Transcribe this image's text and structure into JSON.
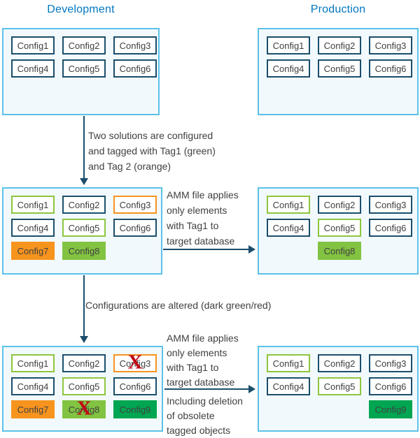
{
  "titles": {
    "development": "Development",
    "production": "Production"
  },
  "annotations": {
    "tagging": [
      "Two solutions are configured",
      "and tagged with Tag1 (green)",
      "and Tag 2 (orange)"
    ],
    "altered": "Configurations are altered (dark green/red)",
    "amm_apply_1": [
      "AMM file applies",
      "only elements",
      "with Tag1 to",
      "target database"
    ],
    "amm_apply_2": [
      "AMM file applies",
      "only elements",
      "with Tag1 to",
      "target database"
    ],
    "deletion": [
      "Including deletion",
      "of obsolete",
      "tagged objects"
    ]
  },
  "cross_mark": "X",
  "colors": {
    "title-blue": "#0077c0",
    "panel-border": "#5bc2e9",
    "panel-bg": "#f2f9fd",
    "navy": "#1b4e6b",
    "arrow": "#1b4e6b",
    "text": "#404040",
    "green": "#8dc63f",
    "green-fill": "#82c341",
    "orange": "#f7941e",
    "darkgreen": "#00a651",
    "red": "#c00714"
  },
  "panels": {
    "dev1": {
      "chips": [
        {
          "label": "Config1",
          "variant": "navy",
          "col": 0,
          "row": 0
        },
        {
          "label": "Config2",
          "variant": "navy",
          "col": 1,
          "row": 0
        },
        {
          "label": "Config3",
          "variant": "navy",
          "col": 2,
          "row": 0
        },
        {
          "label": "Config4",
          "variant": "navy",
          "col": 0,
          "row": 1
        },
        {
          "label": "Config5",
          "variant": "navy",
          "col": 1,
          "row": 1
        },
        {
          "label": "Config6",
          "variant": "navy",
          "col": 2,
          "row": 1
        }
      ]
    },
    "prod1": {
      "chips": [
        {
          "label": "Config1",
          "variant": "navy",
          "col": 0,
          "row": 0
        },
        {
          "label": "Config2",
          "variant": "navy",
          "col": 1,
          "row": 0
        },
        {
          "label": "Config3",
          "variant": "navy",
          "col": 2,
          "row": 0
        },
        {
          "label": "Config4",
          "variant": "navy",
          "col": 0,
          "row": 1
        },
        {
          "label": "Config5",
          "variant": "navy",
          "col": 1,
          "row": 1
        },
        {
          "label": "Config6",
          "variant": "navy",
          "col": 2,
          "row": 1
        }
      ]
    },
    "dev2": {
      "chips": [
        {
          "label": "Config1",
          "variant": "green",
          "col": 0,
          "row": 0
        },
        {
          "label": "Config2",
          "variant": "navy",
          "col": 1,
          "row": 0
        },
        {
          "label": "Config3",
          "variant": "orange",
          "col": 2,
          "row": 0
        },
        {
          "label": "Config4",
          "variant": "navy",
          "col": 0,
          "row": 1
        },
        {
          "label": "Config5",
          "variant": "green",
          "col": 1,
          "row": 1
        },
        {
          "label": "Config6",
          "variant": "navy",
          "col": 2,
          "row": 1
        },
        {
          "label": "Config7",
          "variant": "orange-fill",
          "col": 0,
          "row": 2
        },
        {
          "label": "Config8",
          "variant": "green-fill",
          "col": 1,
          "row": 2
        }
      ]
    },
    "prod2": {
      "chips": [
        {
          "label": "Config1",
          "variant": "green",
          "col": 0,
          "row": 0
        },
        {
          "label": "Config2",
          "variant": "navy",
          "col": 1,
          "row": 0
        },
        {
          "label": "Config3",
          "variant": "navy",
          "col": 2,
          "row": 0
        },
        {
          "label": "Config4",
          "variant": "navy",
          "col": 0,
          "row": 1
        },
        {
          "label": "Config5",
          "variant": "green",
          "col": 1,
          "row": 1
        },
        {
          "label": "Config6",
          "variant": "navy",
          "col": 2,
          "row": 1
        },
        {
          "label": "Config8",
          "variant": "green-fill",
          "col": 1,
          "row": 2
        }
      ]
    },
    "dev3": {
      "chips": [
        {
          "label": "Config1",
          "variant": "green",
          "col": 0,
          "row": 0
        },
        {
          "label": "Config2",
          "variant": "navy",
          "col": 1,
          "row": 0
        },
        {
          "label": "Config3",
          "variant": "orange",
          "col": 2,
          "row": 0,
          "crossed": true
        },
        {
          "label": "Config4",
          "variant": "navy",
          "col": 0,
          "row": 1
        },
        {
          "label": "Config5",
          "variant": "green",
          "col": 1,
          "row": 1
        },
        {
          "label": "Config6",
          "variant": "navy",
          "col": 2,
          "row": 1
        },
        {
          "label": "Config7",
          "variant": "orange-fill",
          "col": 0,
          "row": 2
        },
        {
          "label": "Config8",
          "variant": "green-fill",
          "col": 1,
          "row": 2,
          "crossed": true
        },
        {
          "label": "Config9",
          "variant": "darkgreen-fill",
          "col": 2,
          "row": 2
        }
      ]
    },
    "prod3": {
      "chips": [
        {
          "label": "Config1",
          "variant": "green",
          "col": 0,
          "row": 0
        },
        {
          "label": "Config2",
          "variant": "navy",
          "col": 1,
          "row": 0
        },
        {
          "label": "Config3",
          "variant": "navy",
          "col": 2,
          "row": 0
        },
        {
          "label": "Config4",
          "variant": "navy",
          "col": 0,
          "row": 1
        },
        {
          "label": "Config5",
          "variant": "green",
          "col": 1,
          "row": 1
        },
        {
          "label": "Config6",
          "variant": "navy",
          "col": 2,
          "row": 1
        },
        {
          "label": "Config9",
          "variant": "darkgreen-fill",
          "col": 2,
          "row": 2
        }
      ]
    }
  }
}
